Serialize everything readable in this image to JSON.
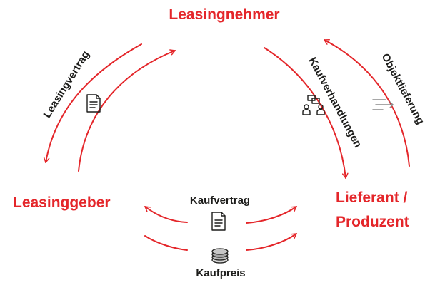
{
  "nodes": {
    "lessee": "Leasingnehmer",
    "lessor": "Leasinggeber",
    "supplier_line1": "Lieferant /",
    "supplier_line2": "Produzent"
  },
  "flows": {
    "lease_contract": "Leasingvertrag",
    "purchase_negotiations": "Kaufverhandlungen",
    "object_delivery": "Objektlieferung",
    "purchase_contract": "Kaufvertrag",
    "purchase_price": "Kaufpreis"
  },
  "icons": {
    "lease_contract": "document-icon",
    "purchase_negotiations": "meeting-icon",
    "object_delivery": "delivery-lines-icon",
    "purchase_contract": "document-icon",
    "purchase_price": "coins-icon"
  },
  "colors": {
    "accent": "#e4262a",
    "text": "#1d1d1b",
    "icon_muted": "#8a8a8a"
  }
}
